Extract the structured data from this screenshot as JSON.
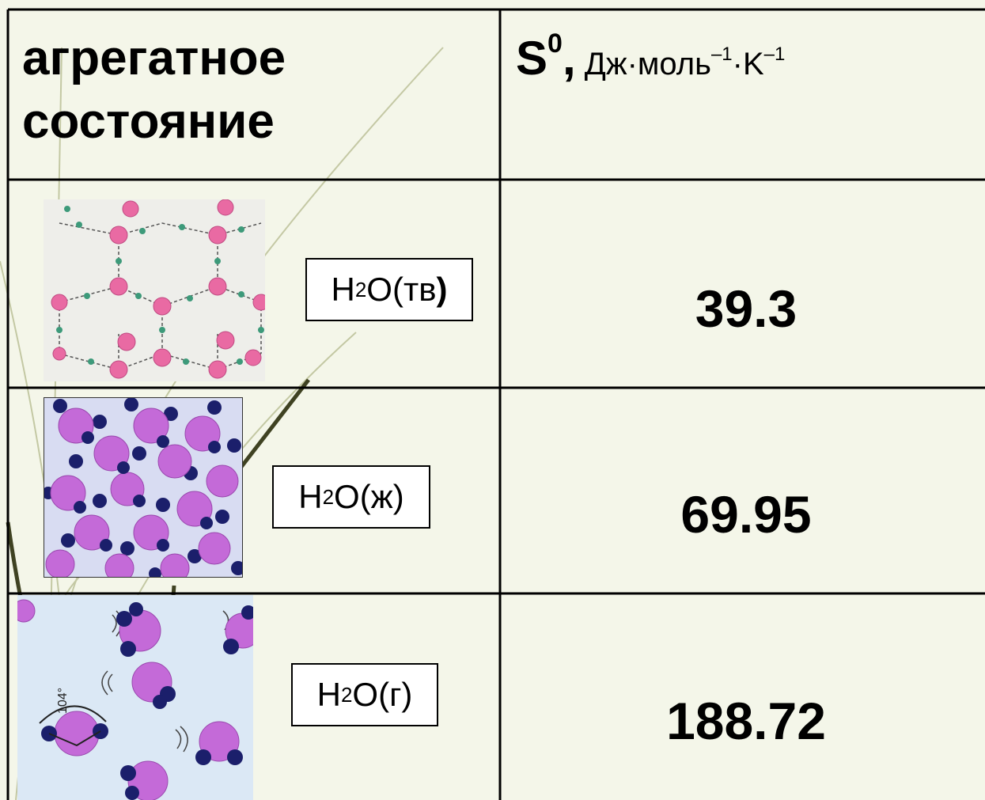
{
  "header": {
    "state_line1": "агрегатное",
    "state_line2": "состояние",
    "entropy_symbol": "S",
    "entropy_superscript": "0",
    "entropy_comma": ",",
    "unit_main": " Дж·моль",
    "unit_exp1": "–1",
    "unit_dot_k": "·K",
    "unit_exp2": "–1"
  },
  "rows": [
    {
      "formula_h": "H",
      "formula_sub": "2",
      "formula_rest": "O(тв",
      "formula_close": ")",
      "value": "39.3"
    },
    {
      "formula_h": "H",
      "formula_sub": "2",
      "formula_rest": "O(ж)",
      "formula_close": "",
      "value": "69.95"
    },
    {
      "formula_h": "H",
      "formula_sub": "2",
      "formula_rest": "O(г)",
      "formula_close": "",
      "value": "188.72"
    }
  ],
  "gas_image": {
    "angle_label": "104°"
  },
  "colors": {
    "background": "#f4f6e9",
    "molecule_pink": "#e070a8",
    "molecule_violet": "#c070d8",
    "atom_navy": "#1b1f6b"
  }
}
